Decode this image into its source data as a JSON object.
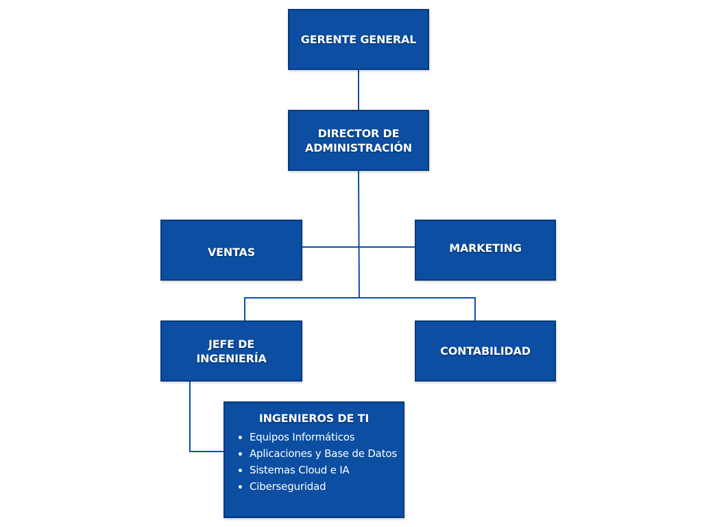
{
  "colors": {
    "box_fill": "#0b4ea2",
    "box_border": "#073a7c",
    "connector": "#0b4ea2",
    "text": "#ffffff"
  },
  "nodes": {
    "gerente": {
      "label": "GERENTE GENERAL"
    },
    "director": {
      "lines": [
        "DIRECTOR DE",
        "ADMINISTRACIÓN"
      ]
    },
    "ventas": {
      "label": "VENTAS"
    },
    "marketing": {
      "label": "MARKETING"
    },
    "jefe": {
      "lines": [
        "JEFE DE",
        "INGENIERÍA"
      ]
    },
    "contabilidad": {
      "label": "CONTABILIDAD"
    },
    "ingenieros_ti": {
      "title": "INGENIEROS DE TI",
      "items": [
        "Equipos Informáticos",
        "Aplicaciones y Base de Datos",
        "Sistemas Cloud e IA",
        "Ciberseguridad"
      ]
    }
  }
}
